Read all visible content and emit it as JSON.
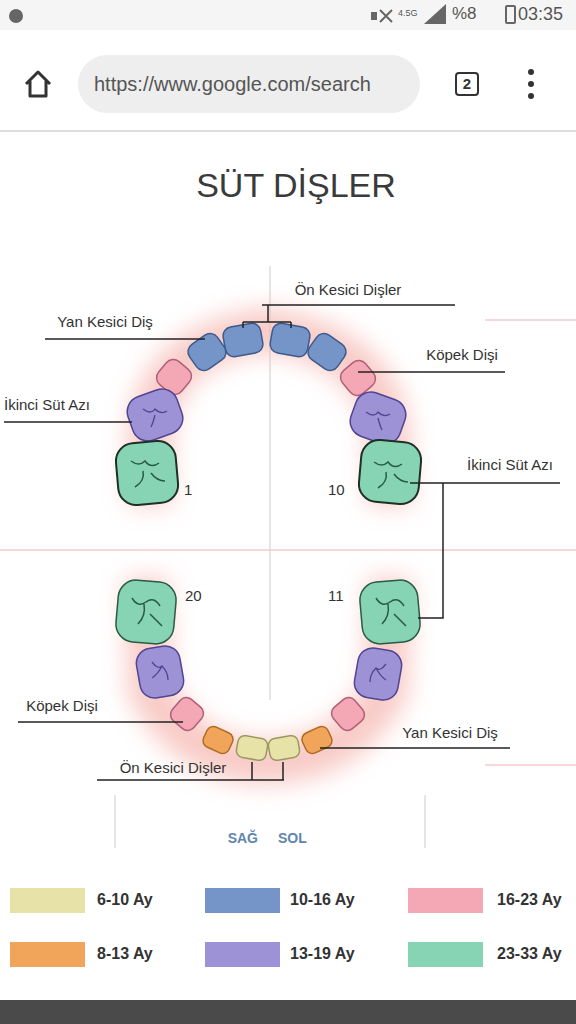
{
  "diagram": {
    "title": "SÜT DİŞLER",
    "nodes": [
      {
        "text": [
          "https://www.google.com/search"
        ]
      },
      {
        "text": [
          "2"
        ]
      }
    ],
    "labels": [
      "4.5G",
      "%8",
      "03:35",
      "Ön Kesici Dişler",
      "Yan Kesici Diş",
      "Köpek Dişi",
      "İkinci Süt Azı",
      "1",
      "10",
      "İkinci Süt Azı",
      "20",
      "11",
      "Köpek Dişi",
      "Yan Kesici Diş",
      "Ön Kesici Dişler",
      "SAĞ",
      "SOL"
    ],
    "legend": [
      {
        "text": "6-10 Ay",
        "color": "#e6e2a8"
      },
      {
        "text": "10-16 Ay",
        "color": "#7595c9"
      },
      {
        "text": "16-23 Ay",
        "color": "#f4a7b4"
      },
      {
        "text": "8-13 Ay",
        "color": "#f0a55a"
      },
      {
        "text": "13-19 Ay",
        "color": "#9d92d6"
      },
      {
        "text": "23-33 Ay",
        "color": "#86d4b4"
      }
    ]
  }
}
